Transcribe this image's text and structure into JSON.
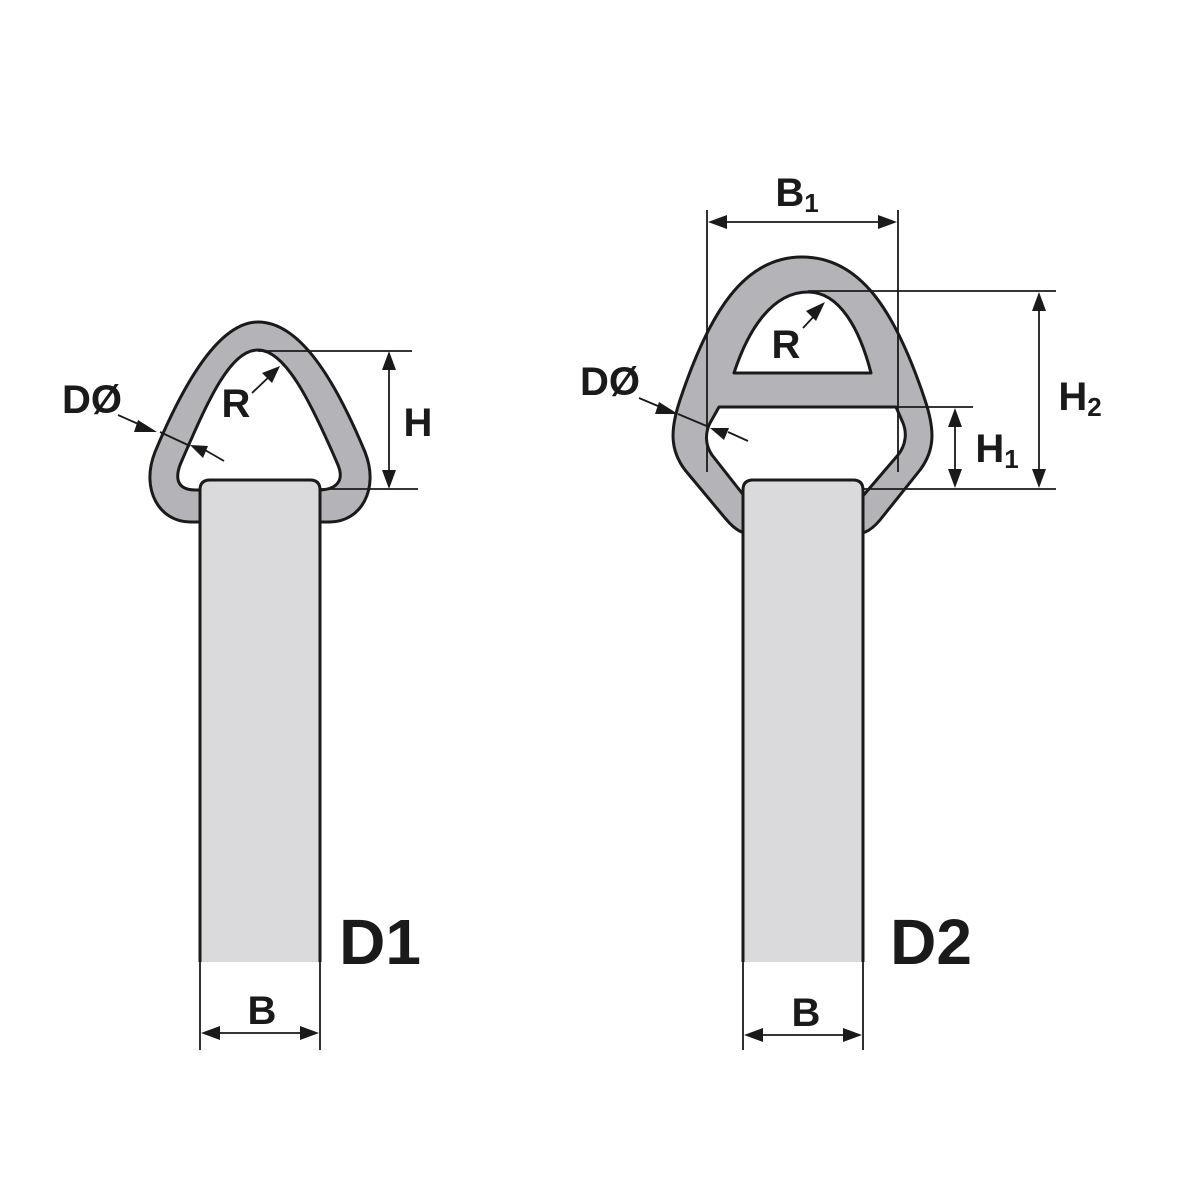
{
  "diagram": {
    "colors": {
      "ring_fill": "#b4b4b8",
      "strap_fill": "#dadadc",
      "outline": "#1a1a1a",
      "background": "#ffffff"
    },
    "d1": {
      "title": "D1",
      "labels": {
        "wire_diameter": "DØ",
        "radius": "R",
        "height": "H",
        "strap_width": "B"
      }
    },
    "d2": {
      "title": "D2",
      "labels": {
        "wire_diameter": "DØ",
        "radius": "R",
        "height_1": "H",
        "height_1_sub": "1",
        "height_2": "H",
        "height_2_sub": "2",
        "width_1": "B",
        "width_1_sub": "1",
        "strap_width": "B"
      }
    }
  }
}
